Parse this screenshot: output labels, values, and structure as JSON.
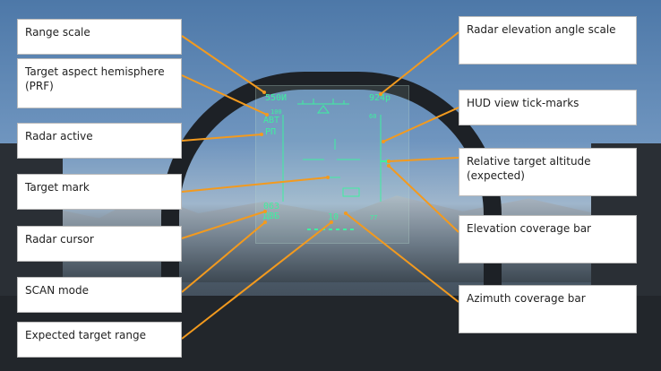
{
  "callouts": {
    "range_scale": "Range scale",
    "target_aspect": "Target aspect hemisphere (PRF)",
    "radar_active": "Radar active",
    "target_mark": "Target mark",
    "radar_cursor": "Radar cursor",
    "scan_mode": "SCAN mode",
    "expected_range": "Expected target range",
    "radar_elevation": "Radar elevation angle scale",
    "hud_tickmarks": "HUD view tick-marks",
    "relative_altitude": "Relative target altitude (expected)",
    "elevation_bar": "Elevation coverage bar",
    "azimuth_bar": "Azimuth coverage bar"
  },
  "hud": {
    "speed": "550И",
    "altitude": "924p",
    "range_top": "100",
    "aspect": "ABT",
    "radar_mode": "PП",
    "elev_top": "60",
    "rel_alt": "0",
    "azimuth_value": "063",
    "scan_value": "ДВБ",
    "target_range": "10",
    "bottom_right": "77"
  },
  "colors": {
    "hud_symbology": "#3ef0a0",
    "callout_line": "#f39a1e",
    "callout_bg": "#ffffff"
  }
}
